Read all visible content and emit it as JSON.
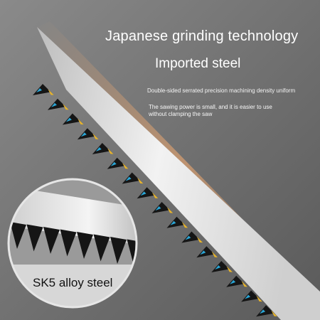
{
  "headline": "Japanese grinding technology",
  "subheadline": "Imported steel",
  "feature_lines": [
    "Double-sided serrated precision machining density uniform",
    "The sawing power is small, and it is easier to use",
    "without clamping the saw"
  ],
  "callout_label": "SK5 alloy steel",
  "colors": {
    "background": "#7d7d7d",
    "blade": "#d9d9d9",
    "teeth": "#151515",
    "accent_gold": "#e9b52a",
    "accent_blue": "#2aa6d6"
  }
}
